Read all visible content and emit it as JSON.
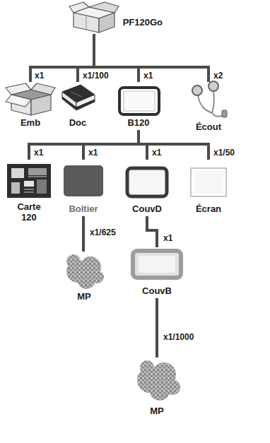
{
  "diagram": {
    "nodes": [
      {
        "text": [
          "PF120Go"
        ]
      },
      {
        "text": [
          "Emb"
        ]
      },
      {
        "text": [
          "Doc"
        ]
      },
      {
        "text": [
          "B120"
        ]
      },
      {
        "text": [
          "Écout"
        ]
      },
      {
        "text": [
          "Carte 120"
        ]
      },
      {
        "text": [
          "Boîtier"
        ]
      },
      {
        "text": [
          "CouvD"
        ]
      },
      {
        "text": [
          "Écran"
        ]
      },
      {
        "text": [
          "MP"
        ]
      },
      {
        "text": [
          "CouvB"
        ]
      },
      {
        "text": [
          "MP"
        ]
      }
    ],
    "edges": [
      {
        "from": 0,
        "to": 1,
        "label": "x1",
        "arrow": "none"
      },
      {
        "from": 0,
        "to": 2,
        "label": "x1/100",
        "arrow": "none"
      },
      {
        "from": 0,
        "to": 3,
        "label": "x1",
        "arrow": "none"
      },
      {
        "from": 0,
        "to": 4,
        "label": "x2",
        "arrow": "none"
      },
      {
        "from": 3,
        "to": 5,
        "label": "x1",
        "arrow": "none"
      },
      {
        "from": 3,
        "to": 6,
        "label": "x1",
        "arrow": "none"
      },
      {
        "from": 3,
        "to": 7,
        "label": "x1",
        "arrow": "none"
      },
      {
        "from": 3,
        "to": 8,
        "label": "x1/50",
        "arrow": "none"
      },
      {
        "from": 6,
        "to": 9,
        "label": "x1/625",
        "arrow": "none"
      },
      {
        "from": 7,
        "to": 10,
        "label": "x1",
        "arrow": "none"
      },
      {
        "from": 10,
        "to": 11,
        "label": "x1/1000",
        "arrow": "none"
      }
    ]
  }
}
